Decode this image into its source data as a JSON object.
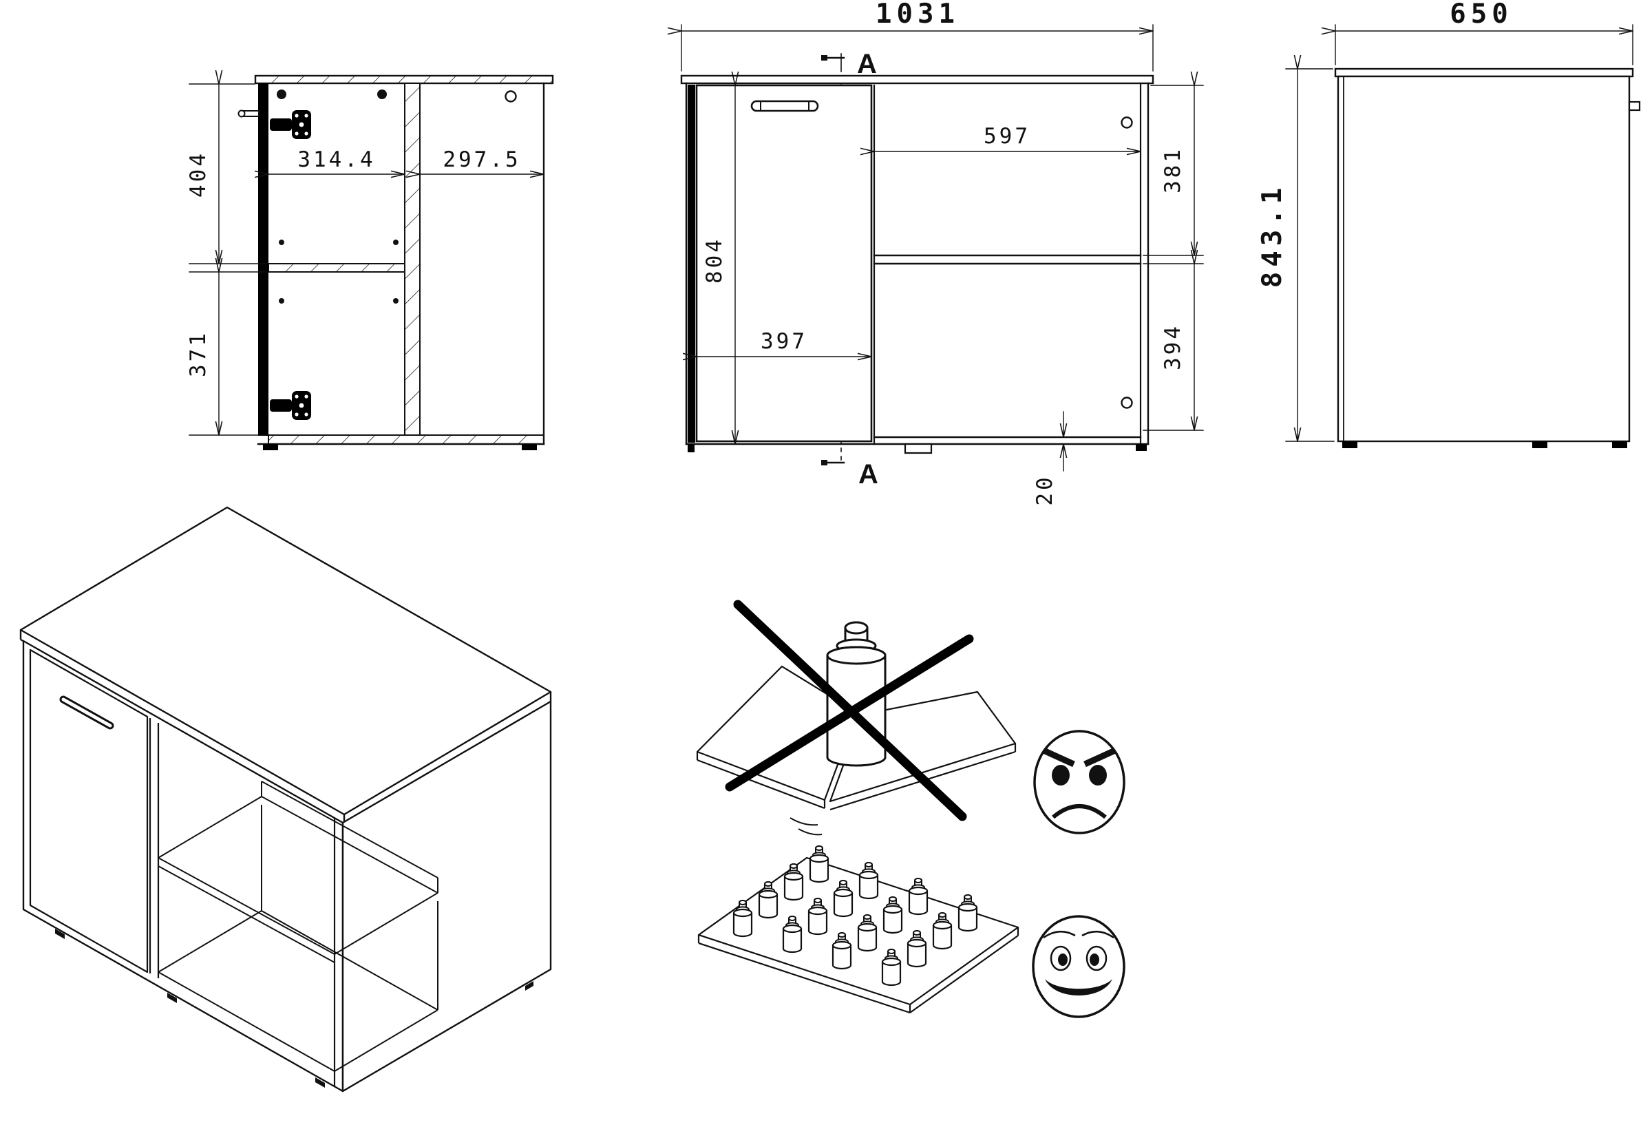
{
  "drawing": {
    "type": "furniture-assembly-technical-drawing",
    "colors": {
      "line": "#111111",
      "fill_heavy": "#000000",
      "background": "#ffffff"
    },
    "section_view": {
      "name": "section-view-A-A",
      "dims": {
        "upper_interior_height": "404",
        "lower_interior_height": "371",
        "inner_depth_front": "314.4",
        "inner_depth_back": "297.5"
      }
    },
    "front_view": {
      "name": "front-view",
      "section_marker": "A",
      "dims": {
        "total_width": "1031",
        "door_height": "804",
        "door_width": "397",
        "shelf_width": "597",
        "upper_compartment_height": "381",
        "lower_compartment_height": "394",
        "bottom_gap": "20"
      }
    },
    "side_view": {
      "name": "side-view",
      "dims": {
        "total_depth": "650",
        "total_height": "843.1"
      }
    },
    "isometric_view": {
      "name": "isometric-view"
    },
    "pictograms": {
      "bad": {
        "meaning": "no-concentrated-load-on-shelf",
        "icons": [
          "broken-shelf-icon",
          "single-weight-icon",
          "cross-out-icon",
          "angry-face-icon"
        ]
      },
      "good": {
        "meaning": "distribute-load-evenly",
        "icons": [
          "shelf-icon",
          "distributed-weights-icon",
          "smiley-face-icon"
        ]
      }
    }
  }
}
